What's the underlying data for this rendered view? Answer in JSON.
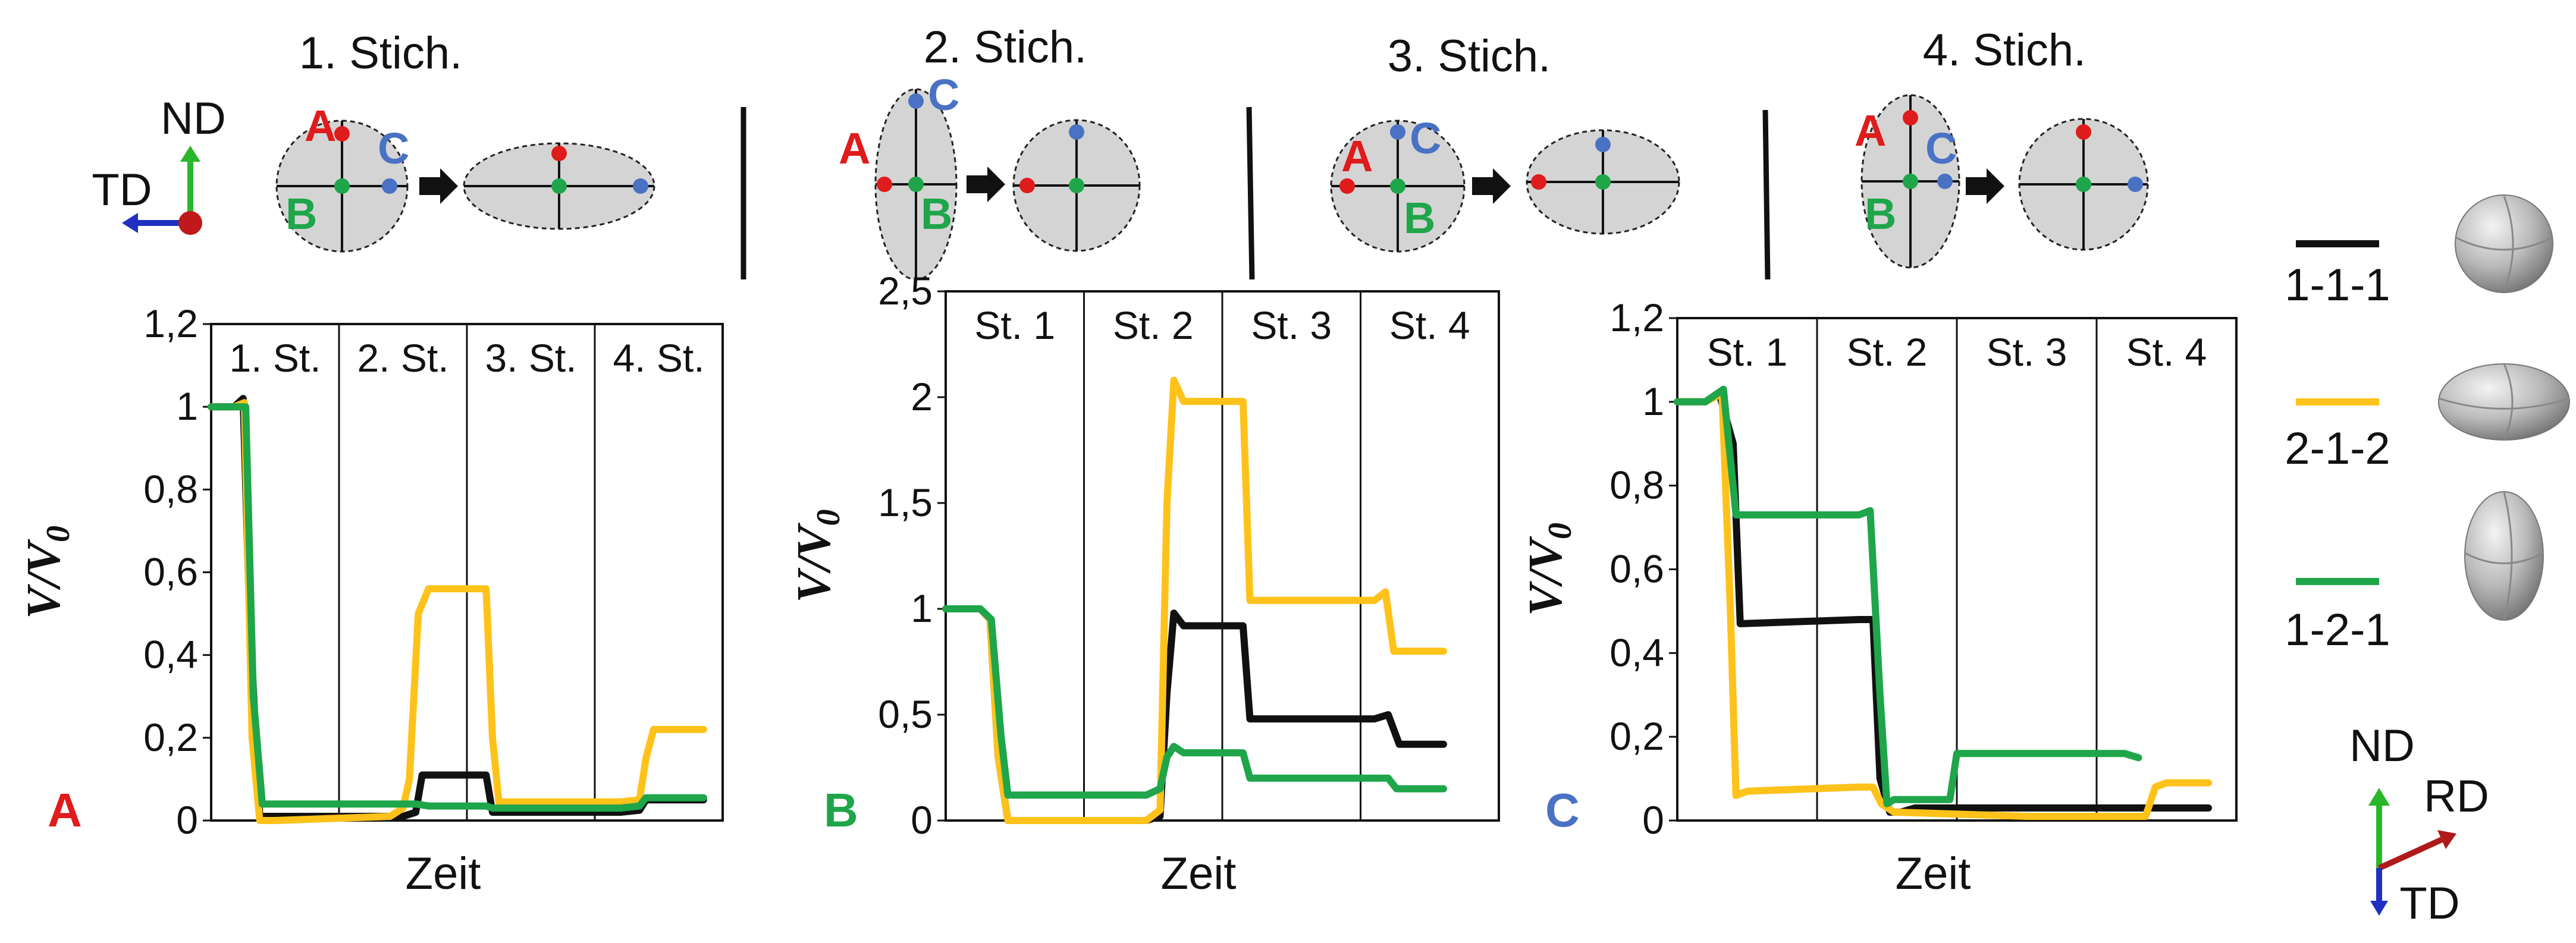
{
  "colors": {
    "s111": "#111111",
    "s212": "#FFC21A",
    "s121": "#1FA54A",
    "red": "#E01B1B",
    "blue": "#4A72C4",
    "green": "#1FA54A",
    "ellipse": "#D4D4D4"
  },
  "schematic": {
    "passes": [
      "1. Stich.",
      "2. Stich.",
      "3. Stich.",
      "4. Stich."
    ],
    "point_a": "A",
    "point_b": "B",
    "point_c": "C",
    "axes": {
      "up": "ND",
      "left": "TD"
    }
  },
  "chart_data": [
    {
      "type": "line",
      "panel_label": "A",
      "panel_color": "#E01B1B",
      "xlabel": "Zeit",
      "ylabel_main": "V",
      "ylabel_sep": "/",
      "ylabel_sub_main": "V",
      "ylabel_sub": "0",
      "ylim": [
        0,
        1.2
      ],
      "yticks": [
        0,
        0.2,
        0.4,
        0.6,
        0.8,
        1,
        1.2
      ],
      "ytick_labels": [
        "0",
        "0,2",
        "0,4",
        "0,6",
        "0,8",
        "1",
        "1,2"
      ],
      "xlim": [
        0,
        4
      ],
      "stage_labels": [
        "1. St.",
        "2. St.",
        "3. St.",
        "4. St."
      ],
      "series": [
        {
          "key": "s111",
          "points": [
            [
              0,
              1
            ],
            [
              0.18,
              1
            ],
            [
              0.25,
              1.02
            ],
            [
              0.3,
              0.5
            ],
            [
              0.38,
              0.01
            ],
            [
              0.5,
              0.01
            ],
            [
              1.5,
              0.01
            ],
            [
              1.6,
              0.02
            ],
            [
              1.65,
              0.11
            ],
            [
              2.15,
              0.11
            ],
            [
              2.2,
              0.02
            ],
            [
              3,
              0.02
            ],
            [
              3.2,
              0.02
            ],
            [
              3.35,
              0.025
            ],
            [
              3.4,
              0.05
            ],
            [
              3.85,
              0.05
            ]
          ]
        },
        {
          "key": "s212",
          "points": [
            [
              0,
              1
            ],
            [
              0.18,
              1
            ],
            [
              0.26,
              1.01
            ],
            [
              0.32,
              0.2
            ],
            [
              0.38,
              0.0
            ],
            [
              0.5,
              0.0
            ],
            [
              1.4,
              0.01
            ],
            [
              1.5,
              0.03
            ],
            [
              1.55,
              0.1
            ],
            [
              1.62,
              0.5
            ],
            [
              1.7,
              0.56
            ],
            [
              2.15,
              0.56
            ],
            [
              2.2,
              0.2
            ],
            [
              2.25,
              0.045
            ],
            [
              3.2,
              0.045
            ],
            [
              3.35,
              0.05
            ],
            [
              3.4,
              0.15
            ],
            [
              3.46,
              0.22
            ],
            [
              3.85,
              0.22
            ]
          ]
        },
        {
          "key": "s121",
          "points": [
            [
              0,
              1
            ],
            [
              0.18,
              1
            ],
            [
              0.27,
              1.0
            ],
            [
              0.33,
              0.3
            ],
            [
              0.4,
              0.04
            ],
            [
              0.5,
              0.04
            ],
            [
              1.5,
              0.04
            ],
            [
              1.6,
              0.04
            ],
            [
              1.7,
              0.035
            ],
            [
              2.15,
              0.035
            ],
            [
              2.2,
              0.03
            ],
            [
              3.2,
              0.03
            ],
            [
              3.35,
              0.035
            ],
            [
              3.4,
              0.055
            ],
            [
              3.85,
              0.055
            ]
          ]
        }
      ]
    },
    {
      "type": "line",
      "panel_label": "B",
      "panel_color": "#1FA54A",
      "xlabel": "Zeit",
      "ylabel_main": "V",
      "ylabel_sep": "/",
      "ylabel_sub_main": "V",
      "ylabel_sub": "0",
      "ylim": [
        0,
        2.5
      ],
      "yticks": [
        0,
        0.5,
        1,
        1.5,
        2,
        2.5
      ],
      "ytick_labels": [
        "0",
        "0,5",
        "1",
        "1,5",
        "2",
        "2,5"
      ],
      "xlim": [
        0,
        4
      ],
      "stage_labels": [
        "St. 1",
        "St. 2",
        "St. 3",
        "St. 4"
      ],
      "series": [
        {
          "key": "s111",
          "points": [
            [
              0,
              1
            ],
            [
              0.25,
              1
            ],
            [
              0.32,
              0.95
            ],
            [
              0.38,
              0.3
            ],
            [
              0.45,
              0.0
            ],
            [
              0.9,
              0.0
            ],
            [
              1.45,
              0.0
            ],
            [
              1.55,
              0.02
            ],
            [
              1.6,
              0.6
            ],
            [
              1.65,
              0.98
            ],
            [
              1.72,
              0.92
            ],
            [
              2.15,
              0.92
            ],
            [
              2.2,
              0.48
            ],
            [
              3.1,
              0.48
            ],
            [
              3.2,
              0.5
            ],
            [
              3.28,
              0.36
            ],
            [
              3.6,
              0.36
            ]
          ]
        },
        {
          "key": "s212",
          "points": [
            [
              0,
              1
            ],
            [
              0.25,
              1
            ],
            [
              0.32,
              0.95
            ],
            [
              0.38,
              0.3
            ],
            [
              0.45,
              0.0
            ],
            [
              1.45,
              0.0
            ],
            [
              1.55,
              0.05
            ],
            [
              1.6,
              1.5
            ],
            [
              1.65,
              2.08
            ],
            [
              1.72,
              1.98
            ],
            [
              2.15,
              1.98
            ],
            [
              2.2,
              1.04
            ],
            [
              3.1,
              1.04
            ],
            [
              3.18,
              1.08
            ],
            [
              3.24,
              0.8
            ],
            [
              3.6,
              0.8
            ]
          ]
        },
        {
          "key": "s121",
          "points": [
            [
              0,
              1
            ],
            [
              0.25,
              1
            ],
            [
              0.33,
              0.95
            ],
            [
              0.4,
              0.4
            ],
            [
              0.45,
              0.12
            ],
            [
              1.45,
              0.12
            ],
            [
              1.55,
              0.15
            ],
            [
              1.6,
              0.3
            ],
            [
              1.65,
              0.35
            ],
            [
              1.72,
              0.32
            ],
            [
              2.15,
              0.32
            ],
            [
              2.2,
              0.2
            ],
            [
              3.1,
              0.2
            ],
            [
              3.2,
              0.2
            ],
            [
              3.26,
              0.15
            ],
            [
              3.6,
              0.15
            ]
          ]
        }
      ]
    },
    {
      "type": "line",
      "panel_label": "C",
      "panel_color": "#4A72C4",
      "xlabel": "Zeit",
      "ylabel_main": "V",
      "ylabel_sep": "/",
      "ylabel_sub_main": "V",
      "ylabel_sub": "0",
      "ylim": [
        0,
        1.2
      ],
      "yticks": [
        0,
        0.2,
        0.4,
        0.6,
        0.8,
        1,
        1.2
      ],
      "ytick_labels": [
        "0",
        "0,2",
        "0,4",
        "0,6",
        "0,8",
        "1",
        "1,2"
      ],
      "xlim": [
        0,
        4
      ],
      "stage_labels": [
        "St. 1",
        "St. 2",
        "St. 3",
        "St. 4"
      ],
      "series": [
        {
          "key": "s111",
          "points": [
            [
              0,
              1
            ],
            [
              0.2,
              1
            ],
            [
              0.3,
              1.02
            ],
            [
              0.4,
              0.9
            ],
            [
              0.45,
              0.47
            ],
            [
              1.3,
              0.48
            ],
            [
              1.4,
              0.48
            ],
            [
              1.45,
              0.1
            ],
            [
              1.52,
              0.02
            ],
            [
              1.6,
              0.02
            ],
            [
              1.7,
              0.03
            ],
            [
              2.4,
              0.03
            ],
            [
              3.4,
              0.03
            ],
            [
              3.5,
              0.03
            ],
            [
              3.55,
              0.03
            ],
            [
              3.8,
              0.03
            ]
          ]
        },
        {
          "key": "s212",
          "points": [
            [
              0,
              1
            ],
            [
              0.2,
              1
            ],
            [
              0.32,
              1.02
            ],
            [
              0.38,
              0.5
            ],
            [
              0.42,
              0.06
            ],
            [
              0.5,
              0.07
            ],
            [
              1.3,
              0.08
            ],
            [
              1.4,
              0.08
            ],
            [
              1.46,
              0.04
            ],
            [
              1.55,
              0.02
            ],
            [
              2.5,
              0.01
            ],
            [
              3.2,
              0.01
            ],
            [
              3.35,
              0.01
            ],
            [
              3.42,
              0.08
            ],
            [
              3.5,
              0.09
            ],
            [
              3.8,
              0.09
            ]
          ]
        },
        {
          "key": "s121",
          "points": [
            [
              0,
              1
            ],
            [
              0.2,
              1
            ],
            [
              0.33,
              1.03
            ],
            [
              0.42,
              0.73
            ],
            [
              1.3,
              0.73
            ],
            [
              1.38,
              0.74
            ],
            [
              1.45,
              0.3
            ],
            [
              1.5,
              0.04
            ],
            [
              1.55,
              0.05
            ],
            [
              1.95,
              0.05
            ],
            [
              2.0,
              0.16
            ],
            [
              3.2,
              0.16
            ],
            [
              3.3,
              0.15
            ]
          ]
        }
      ]
    }
  ],
  "legend": [
    {
      "key": "s111",
      "label": "1-1-1"
    },
    {
      "key": "s212",
      "label": "2-1-2"
    },
    {
      "key": "s121",
      "label": "1-2-1"
    }
  ],
  "coord_system": {
    "up": "ND",
    "right": "RD",
    "down": "TD"
  }
}
